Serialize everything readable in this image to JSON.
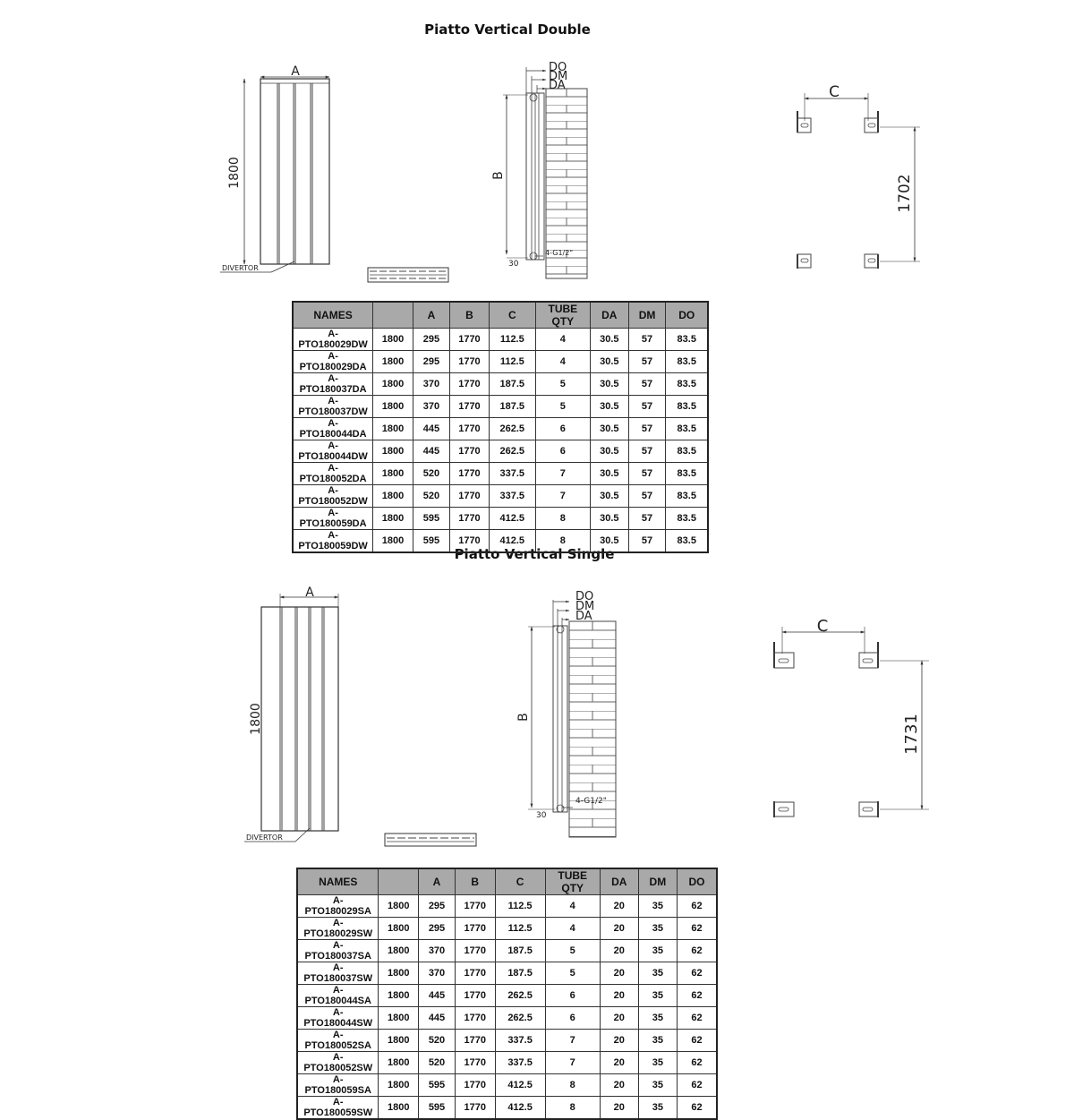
{
  "sections": [
    {
      "title": "Piatto Vertical Double",
      "front_view": {
        "width_label": "A",
        "height_label": "1800",
        "divertor_label": "DIVERTOR"
      },
      "side_view": {
        "do_label": "DO",
        "dm_label": "DM",
        "da_label": "DA",
        "b_label": "B",
        "offset_label": "30",
        "thread_label": "4-G1/2\""
      },
      "bracket_view": {
        "c_label": "C",
        "spacing_label": "1702"
      },
      "table": {
        "headers": [
          "NAMES",
          "",
          "A",
          "B",
          "C",
          "TUBE QTY",
          "DA",
          "DM",
          "DO"
        ],
        "rows": [
          [
            "A-PTO180029DW",
            "1800",
            "295",
            "1770",
            "112.5",
            "4",
            "30.5",
            "57",
            "83.5"
          ],
          [
            "A-PTO180029DA",
            "1800",
            "295",
            "1770",
            "112.5",
            "4",
            "30.5",
            "57",
            "83.5"
          ],
          [
            "A-PTO180037DA",
            "1800",
            "370",
            "1770",
            "187.5",
            "5",
            "30.5",
            "57",
            "83.5"
          ],
          [
            "A-PTO180037DW",
            "1800",
            "370",
            "1770",
            "187.5",
            "5",
            "30.5",
            "57",
            "83.5"
          ],
          [
            "A-PTO180044DA",
            "1800",
            "445",
            "1770",
            "262.5",
            "6",
            "30.5",
            "57",
            "83.5"
          ],
          [
            "A-PTO180044DW",
            "1800",
            "445",
            "1770",
            "262.5",
            "6",
            "30.5",
            "57",
            "83.5"
          ],
          [
            "A-PTO180052DA",
            "1800",
            "520",
            "1770",
            "337.5",
            "7",
            "30.5",
            "57",
            "83.5"
          ],
          [
            "A-PTO180052DW",
            "1800",
            "520",
            "1770",
            "337.5",
            "7",
            "30.5",
            "57",
            "83.5"
          ],
          [
            "A-PTO180059DA",
            "1800",
            "595",
            "1770",
            "412.5",
            "8",
            "30.5",
            "57",
            "83.5"
          ],
          [
            "A-PTO180059DW",
            "1800",
            "595",
            "1770",
            "412.5",
            "8",
            "30.5",
            "57",
            "83.5"
          ]
        ]
      }
    },
    {
      "title": "Piatto Vertical Single",
      "front_view": {
        "width_label": "A",
        "height_label": "1800",
        "divertor_label": "DIVERTOR"
      },
      "side_view": {
        "do_label": "DO",
        "dm_label": "DM",
        "da_label": "DA",
        "b_label": "B",
        "offset_label": "30",
        "thread_label": "4-G1/2\""
      },
      "bracket_view": {
        "c_label": "C",
        "spacing_label": "1731"
      },
      "table": {
        "headers": [
          "NAMES",
          "",
          "A",
          "B",
          "C",
          "TUBE QTY",
          "DA",
          "DM",
          "DO"
        ],
        "rows": [
          [
            "A-PTO180029SA",
            "1800",
            "295",
            "1770",
            "112.5",
            "4",
            "20",
            "35",
            "62"
          ],
          [
            "A-PTO180029SW",
            "1800",
            "295",
            "1770",
            "112.5",
            "4",
            "20",
            "35",
            "62"
          ],
          [
            "A-PTO180037SA",
            "1800",
            "370",
            "1770",
            "187.5",
            "5",
            "20",
            "35",
            "62"
          ],
          [
            "A-PTO180037SW",
            "1800",
            "370",
            "1770",
            "187.5",
            "5",
            "20",
            "35",
            "62"
          ],
          [
            "A-PTO180044SA",
            "1800",
            "445",
            "1770",
            "262.5",
            "6",
            "20",
            "35",
            "62"
          ],
          [
            "A-PTO180044SW",
            "1800",
            "445",
            "1770",
            "262.5",
            "6",
            "20",
            "35",
            "62"
          ],
          [
            "A-PTO180052SA",
            "1800",
            "520",
            "1770",
            "337.5",
            "7",
            "20",
            "35",
            "62"
          ],
          [
            "A-PTO180052SW",
            "1800",
            "520",
            "1770",
            "337.5",
            "7",
            "20",
            "35",
            "62"
          ],
          [
            "A-PTO180059SA",
            "1800",
            "595",
            "1770",
            "412.5",
            "8",
            "20",
            "35",
            "62"
          ],
          [
            "A-PTO180059SW",
            "1800",
            "595",
            "1770",
            "412.5",
            "8",
            "20",
            "35",
            "62"
          ]
        ]
      }
    }
  ]
}
